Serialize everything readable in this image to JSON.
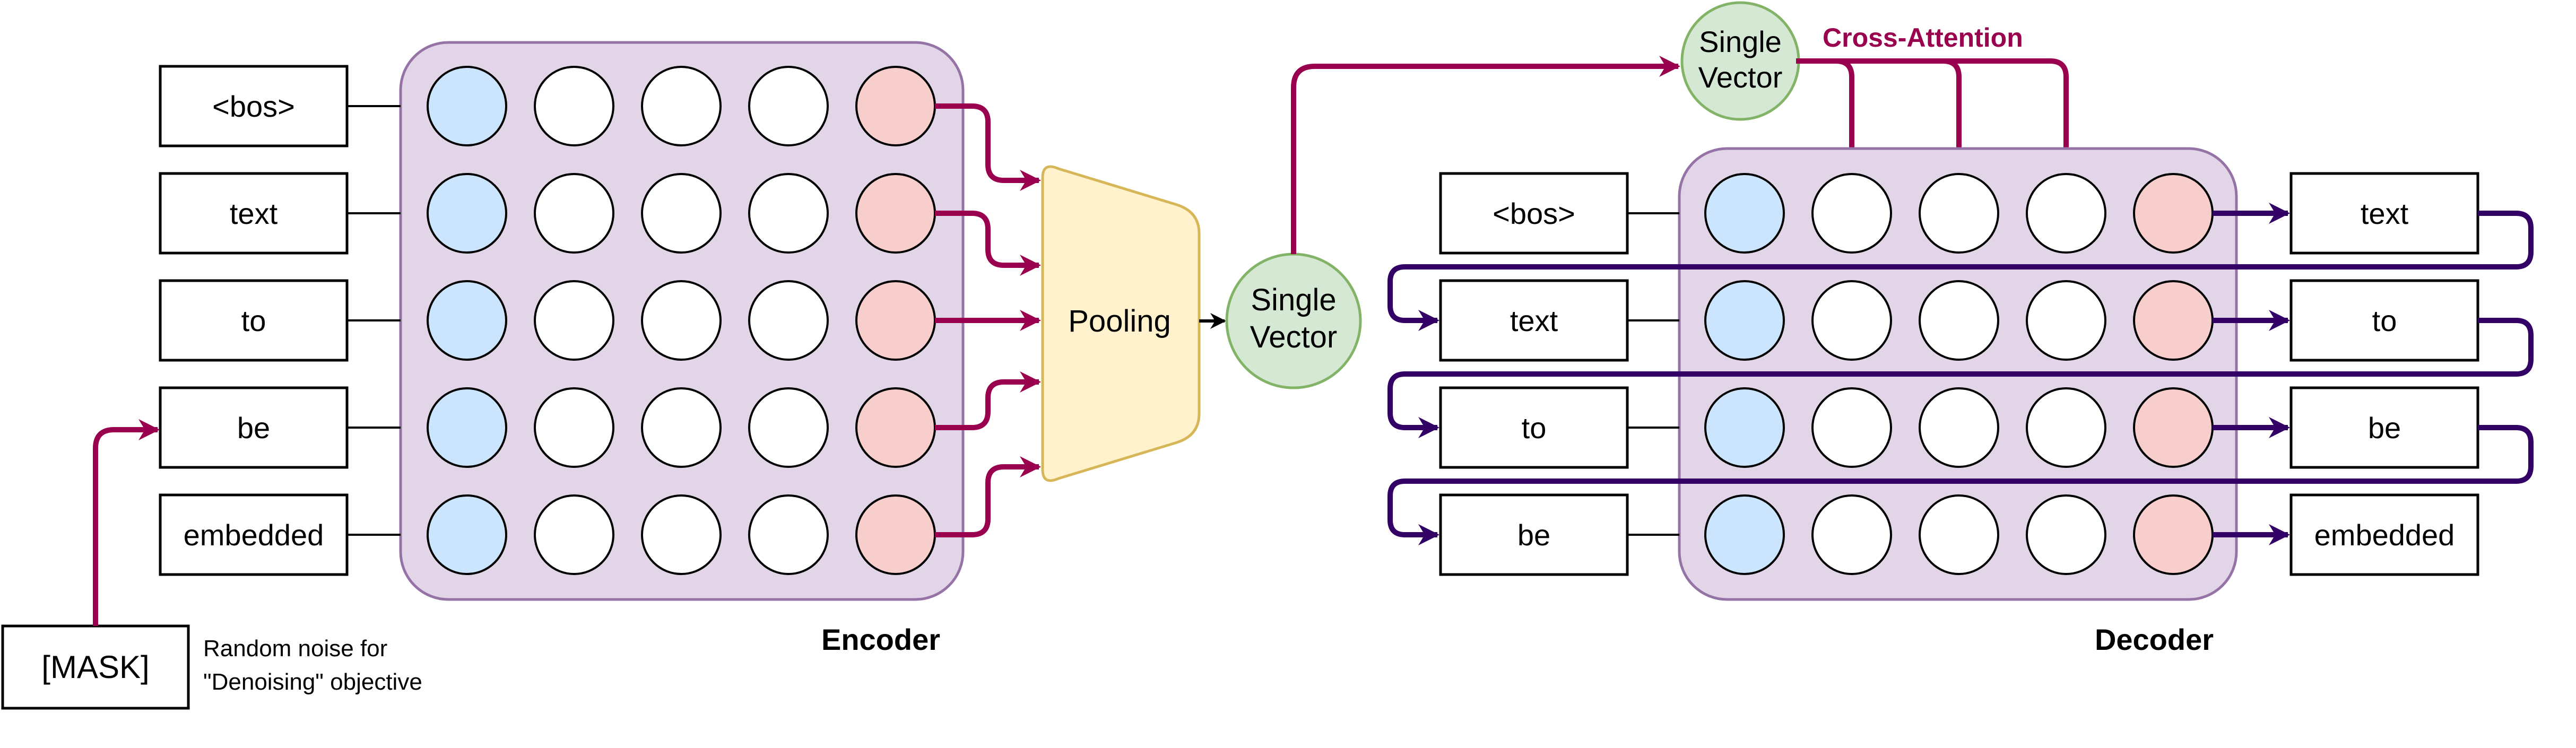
{
  "colors": {
    "block_fill": "#e1d5e7",
    "block_stroke": "#9673a6",
    "first_neuron": "#cce5ff",
    "last_neuron": "#f8cecc",
    "pooling_fill": "#fff2cc",
    "pooling_stroke": "#d6b656",
    "vector_fill": "#d5e8d4",
    "vector_stroke": "#82b366",
    "encoder_arrow": "#99004d",
    "decoder_arrow": "#330066",
    "cross_attention_text": "#99004d"
  },
  "encoder": {
    "tokens": [
      "<bos>",
      "text",
      "to",
      "be",
      "embedded"
    ],
    "label": "Encoder"
  },
  "mask": {
    "label": "[MASK]",
    "note_line1": "Random noise for",
    "note_line2": "\"Denoising\" objective"
  },
  "pooling": {
    "label": "Pooling"
  },
  "encoder_vector": {
    "line1": "Single",
    "line2": "Vector"
  },
  "decoder_vector": {
    "line1": "Single",
    "line2": "Vector"
  },
  "cross_attention": {
    "label": "Cross-Attention"
  },
  "decoder": {
    "input_tokens": [
      "<bos>",
      "text",
      "to",
      "be"
    ],
    "output_tokens": [
      "text",
      "to",
      "be",
      "embedded"
    ],
    "label": "Decoder"
  }
}
